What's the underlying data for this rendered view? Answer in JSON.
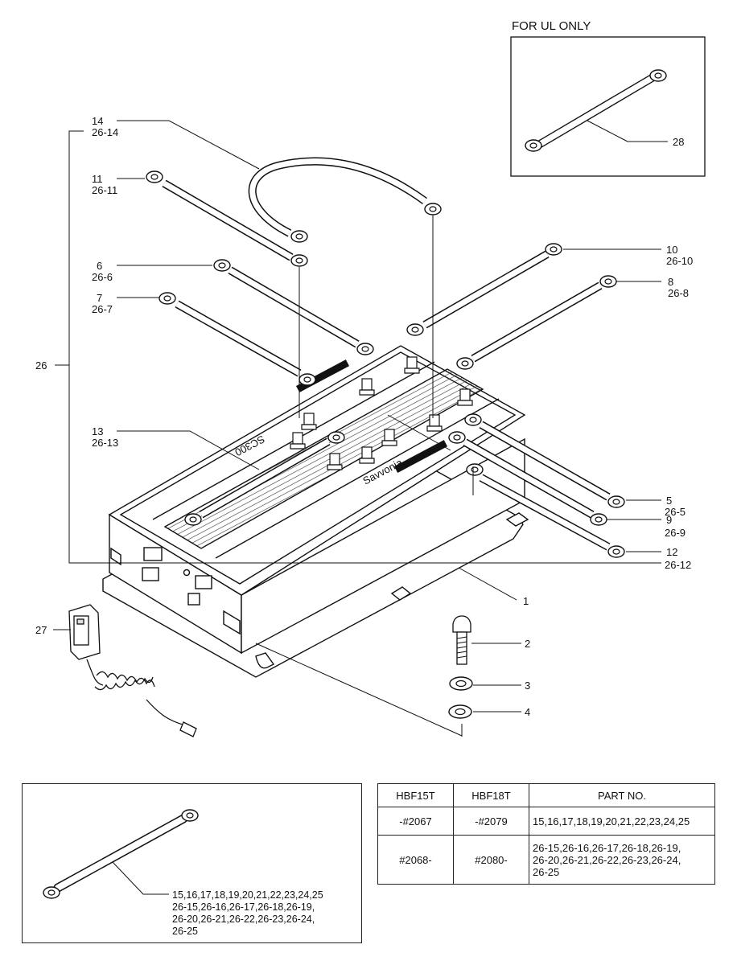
{
  "ul_box": {
    "title": "FOR UL ONLY",
    "label": "28"
  },
  "callouts": {
    "c14": "14",
    "c26_14": "26-14",
    "c11": "11",
    "c26_11": "26-11",
    "c6": "6",
    "c26_6": "26-6",
    "c7": "7",
    "c26_7": "26-7",
    "c26": "26",
    "c13": "13",
    "c26_13": "26-13",
    "c10": "10",
    "c26_10": "26-10",
    "c8": "8",
    "c26_8": "26-8",
    "c5": "5",
    "c26_5": "26-5",
    "c9": "9",
    "c26_9": "26-9",
    "c12": "12",
    "c26_12": "26-12",
    "c1": "1",
    "c2": "2",
    "c3": "3",
    "c4": "4",
    "c27": "27"
  },
  "unit_markings": {
    "brand": "Savvonia",
    "model": "SC300"
  },
  "bottom_box_label": "15,16,17,18,19,20,21,22,23,24,25\n26-15,26-16,26-17,26-18,26-19,\n26-20,26-21,26-22,26-23,26-24,\n26-25",
  "table": {
    "headers": [
      "HBF15T",
      "HBF18T",
      "PART NO."
    ],
    "rows": [
      [
        "-#2067",
        "-#2079",
        "15,16,17,18,19,20,21,22,23,24,25"
      ],
      [
        "#2068-",
        "#2080-",
        "26-15,26-16,26-17,26-18,26-19,\n26-20,26-21,26-22,26-23,26-24,\n26-25"
      ]
    ]
  }
}
